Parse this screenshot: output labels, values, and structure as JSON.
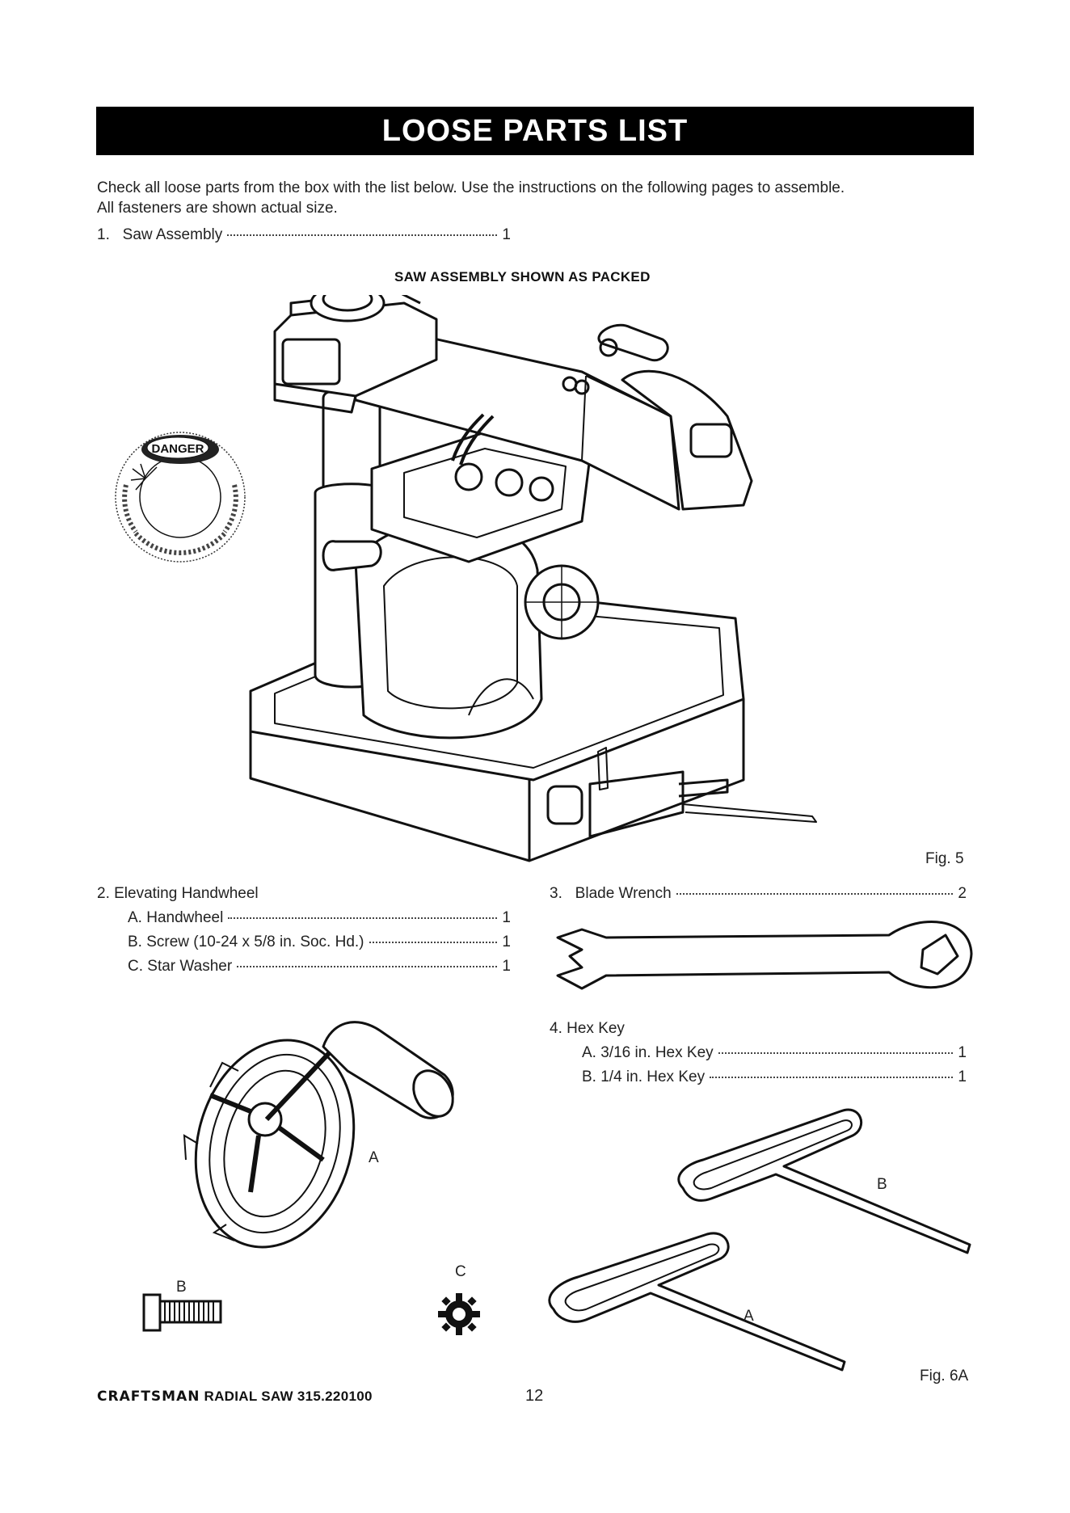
{
  "header": {
    "title": "LOOSE PARTS LIST"
  },
  "intro": {
    "line1": "Check all loose parts from the box with the list below. Use the instructions on the following pages to assemble.",
    "line2": "All fasteners are shown actual size."
  },
  "items": {
    "saw": {
      "label": "1.   Saw Assembly",
      "qty": "1"
    },
    "handwheel_group": {
      "label": "2.   Elevating Handwheel"
    },
    "handwheel": {
      "label": "A. Handwheel",
      "qty": "1"
    },
    "screw": {
      "label": "B. Screw (10-24 x 5/8 in. Soc. Hd.)",
      "qty": "1"
    },
    "star_washer": {
      "label": "C. Star Washer",
      "qty": "1"
    },
    "blade_wrench": {
      "label": "3.   Blade Wrench",
      "qty": "2"
    },
    "hex_group": {
      "label": "4.   Hex Key"
    },
    "hex_316": {
      "label": "A. 3/16 in. Hex Key",
      "qty": "1"
    },
    "hex_14": {
      "label": "B. 1/4 in. Hex Key",
      "qty": "1"
    }
  },
  "figures": {
    "saw_caption": "SAW ASSEMBLY SHOWN AS PACKED",
    "fig5": "Fig. 5",
    "fig6a": "Fig. 6A",
    "label_A_wheel": "A",
    "label_B_screw": "B",
    "label_C_washer": "C",
    "label_B_key": "B",
    "label_A_key": "A",
    "danger_text": "DANGER"
  },
  "footer": {
    "brand": "CRAFTSMAN",
    "model": "RADIAL SAW 315.220100",
    "page": "12"
  }
}
